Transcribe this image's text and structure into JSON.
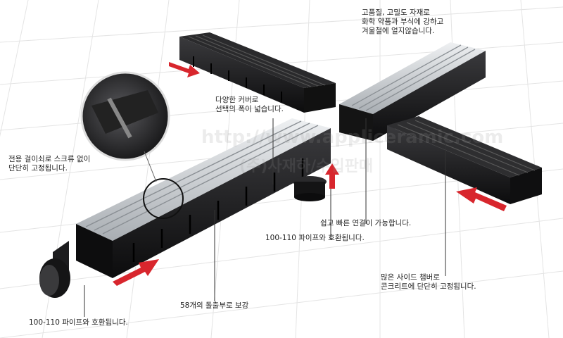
{
  "watermark": {
    "url": "http://www.appliceramic.com",
    "caption": "(주)사재하/수입판매"
  },
  "callouts": {
    "material": {
      "line1": "고품질, 고밀도 자재로",
      "line2": "화학 약품과 부식에 강하고",
      "line3": "겨울철에 얼지않습니다."
    },
    "cover": {
      "line1": "다양한 커버로",
      "line2": "선택의 폭이 넓습니다."
    },
    "fastener": {
      "line1": "전용 걸이쇠로 스크류 없이",
      "line2": "단단히 고정됩니다."
    },
    "connect": {
      "line1": "쉽고 빠른 연결이 가능합니다."
    },
    "pipe_mid": {
      "line1": "100-110 파이프와 호환됩니다."
    },
    "pipe_left": {
      "line1": "100-110 파이프와 호환됩니다."
    },
    "ribs": {
      "line1": "58개의 돌출부로 보강"
    },
    "anchor": {
      "line1": "많은 사이드 챔버로",
      "line2": "콘크리트에 단단히 고정됩니다."
    }
  },
  "colors": {
    "arrow": "#d8262d",
    "channel": "#1b1b1d",
    "grate_steel": "#c8ccd0",
    "grid_line": "#e3e3e3"
  }
}
